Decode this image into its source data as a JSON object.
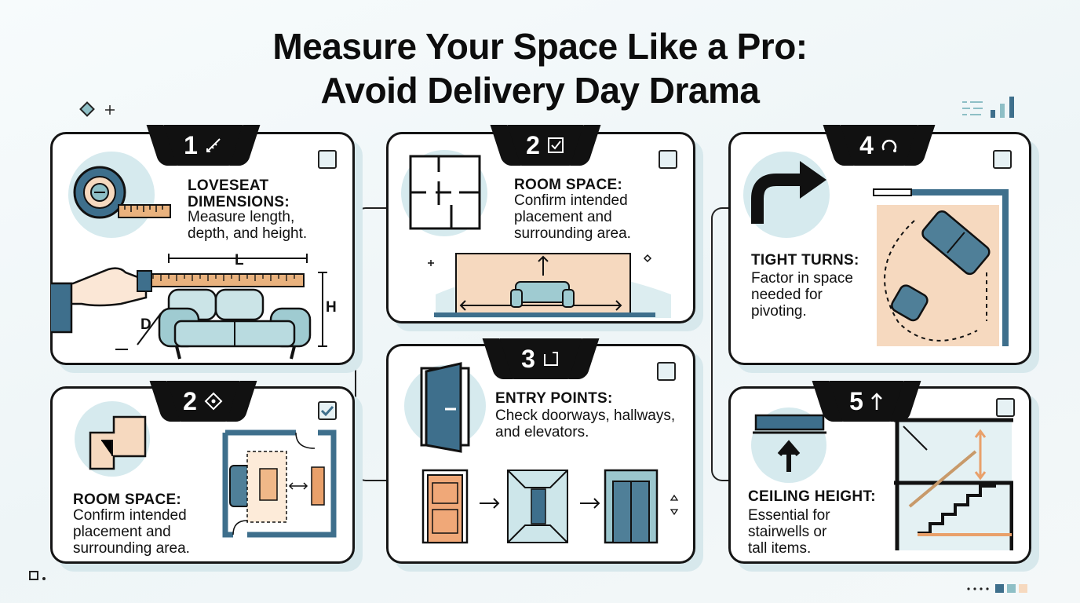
{
  "title": {
    "line1": "Measure Your Space Like a Pro:",
    "line2": "Avoid Delivery Day Drama"
  },
  "cards": {
    "loveseat": {
      "step": "1",
      "heading": "Loveseat Dimensions:",
      "text_lines": [
        "Measure length,",
        "depth, and height."
      ],
      "dim_length": "L",
      "dim_depth": "D",
      "dim_height": "H",
      "icon": "ruler-icon",
      "checked": false
    },
    "room_top": {
      "step": "2",
      "heading": "Room Space:",
      "text_lines": [
        "Confirm intended",
        "placement and",
        "surrounding area."
      ],
      "icon": "checkbox-icon",
      "checked": false
    },
    "tight_turns": {
      "step": "4",
      "heading": "Tight Turns:",
      "text_lines": [
        "Factor in space",
        "needed for",
        "pivoting."
      ],
      "icon": "rotate-icon",
      "checked": false
    },
    "room_bottom": {
      "step": "2",
      "heading": "Room Space:",
      "text_lines": [
        "Confirm intended",
        "placement and",
        "surrounding area."
      ],
      "icon": "target-icon",
      "checked": true
    },
    "entry": {
      "step": "3",
      "heading": "Entry Points:",
      "text_lines": [
        "Check doorways, hallways,",
        "and elevators."
      ],
      "icon": "corner-arrow-icon",
      "checked": false
    },
    "ceiling": {
      "step": "5",
      "heading": "Ceiling Height:",
      "text_lines": [
        "Essential for",
        "stairwells or",
        "tall items."
      ],
      "icon": "up-arrow-icon",
      "checked": false
    }
  },
  "colors": {
    "navy": "#3e6f8c",
    "teal": "#8ebfc6",
    "peach": "#f6d9bf",
    "orange": "#e9a06a",
    "light_blue": "#d6eaee",
    "ink": "#111111"
  }
}
